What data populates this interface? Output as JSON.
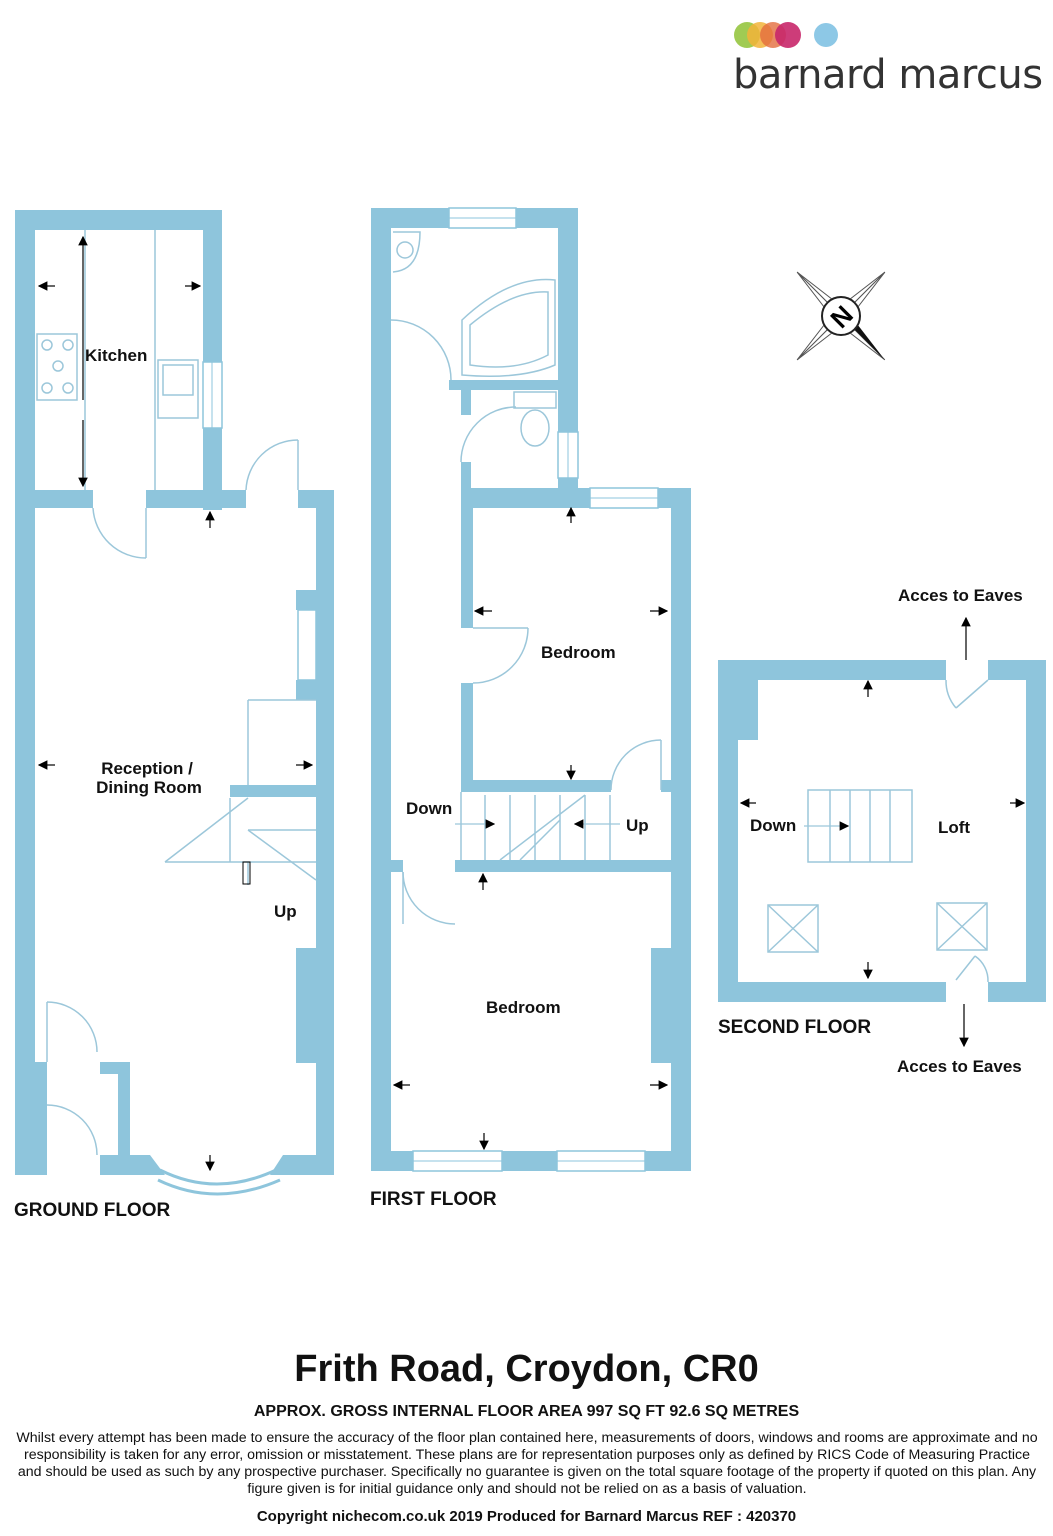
{
  "brand": {
    "name": "barnard marcus",
    "dot_colors": [
      "#9bc84a",
      "#f2b43a",
      "#e36d3d",
      "#c8276a",
      "#8dc8e6"
    ]
  },
  "colors": {
    "wall": "#8ec5dc",
    "fixture": "#9cc7da",
    "text": "#111111"
  },
  "compass": {
    "letter": "N"
  },
  "rooms": {
    "kitchen": "Kitchen",
    "reception_line1": "Reception /",
    "reception_line2": "Dining Room",
    "ground_up": "Up",
    "first_bedroom_rear": "Bedroom",
    "first_bedroom_front": "Bedroom",
    "first_down": "Down",
    "first_up": "Up",
    "loft": "Loft",
    "loft_down": "Down",
    "eaves_top": "Acces to Eaves",
    "eaves_bottom": "Acces to Eaves"
  },
  "floors": {
    "ground": "GROUND FLOOR",
    "first": "FIRST FLOOR",
    "second": "SECOND FLOOR"
  },
  "property": {
    "title": "Frith Road, Croydon, CR0",
    "area": "APPROX. GROSS INTERNAL FLOOR AREA 997 SQ FT 92.6 SQ METRES",
    "disclaimer": "Whilst every attempt has been made to ensure the accuracy of the floor plan contained here, measurements of doors, windows and rooms are approximate and no responsibility is taken for any error, omission or misstatement. These plans are for representation purposes only as defined by RICS Code of Measuring Practice and should be used as such by any prospective purchaser.  Specifically no guarantee is given on the total square footage of the property if quoted on this plan. Any figure given is for initial guidance only and should not be relied on as a basis of valuation.",
    "footer": "Copyright nichecom.co.uk 2019     Produced for Barnard Marcus    REF : 420370"
  }
}
